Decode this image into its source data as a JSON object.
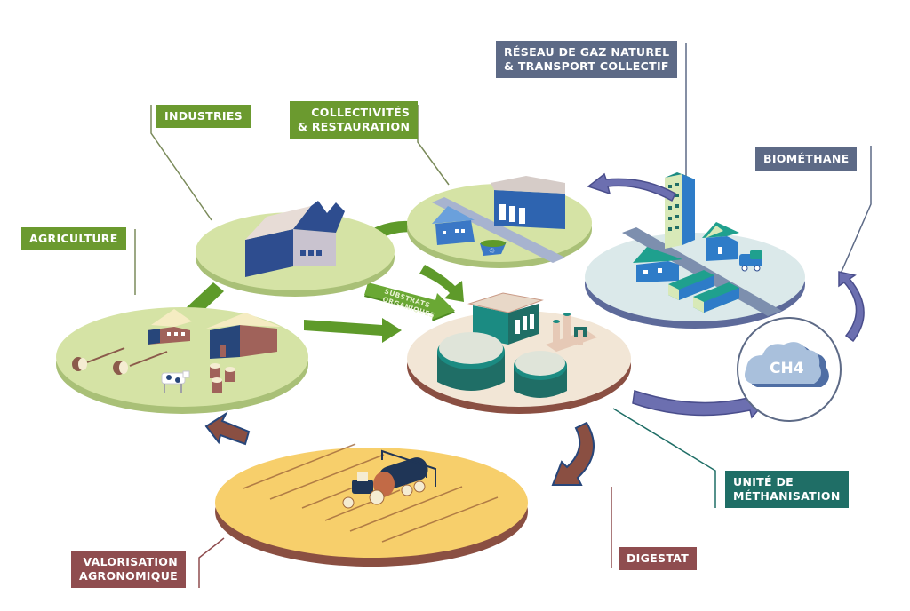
{
  "title": "Cycle de la méthanisation",
  "labels": {
    "reseau": [
      "RÉSEAU DE GAZ NATUREL",
      "& TRANSPORT COLLECTIF"
    ],
    "industries": [
      "INDUSTRIES"
    ],
    "collectivites": [
      "COLLECTIVITÉS",
      "& RESTAURATION"
    ],
    "agriculture": [
      "AGRICULTURE"
    ],
    "biomethane": [
      "BIOMÉTHANE"
    ],
    "unite": [
      "UNITÉ DE",
      "MÉTHANISATION"
    ],
    "valorisation": [
      "VALORISATION",
      "AGRONOMIQUE"
    ],
    "digestat": [
      "DIGESTAT"
    ]
  },
  "arrow_text": {
    "substrats": [
      "SUBSTRATS",
      "ORGANIQUES"
    ]
  },
  "cloud_text": "CH4",
  "colors": {
    "green_label": "#6b9a2f",
    "slate_label": "#5d6a86",
    "teal_label": "#1f6e66",
    "maroon_label": "#8f4d4f",
    "disc_green": "#d5e3a5",
    "disc_cream": "#f2e6d6",
    "disc_blue": "#dbe9ea",
    "disc_yellow": "#f7cf6b",
    "arrow_green": "#5e9a2a",
    "arrow_purple": "#6c6fb0",
    "arrow_brown": "#8a4f42"
  },
  "icons": [
    "factory-icon",
    "farm-icon",
    "cow-icon",
    "hay-bale-icon",
    "digester-icon",
    "apartment-tower-icon",
    "bus-icon",
    "truck-icon",
    "tractor-icon",
    "cloud-icon",
    "recycle-bin-icon"
  ]
}
